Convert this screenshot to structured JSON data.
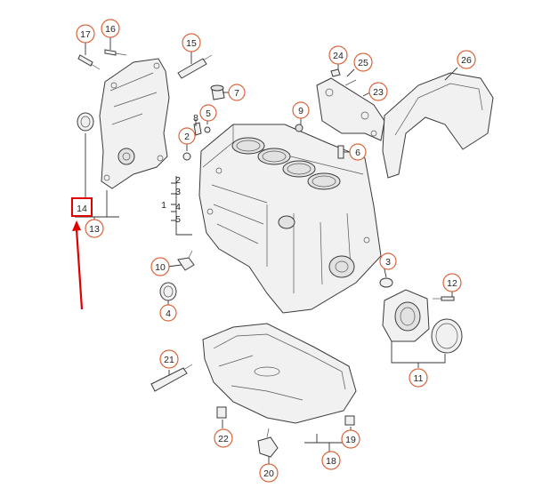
{
  "diagram": {
    "callouts": [
      {
        "id": "c17",
        "label": "17"
      },
      {
        "id": "c16",
        "label": "16"
      },
      {
        "id": "c15",
        "label": "15"
      },
      {
        "id": "c7",
        "label": "7"
      },
      {
        "id": "c8",
        "label": "8"
      },
      {
        "id": "c5a",
        "label": "5"
      },
      {
        "id": "c2a",
        "label": "2"
      },
      {
        "id": "c24",
        "label": "24"
      },
      {
        "id": "c25",
        "label": "25"
      },
      {
        "id": "c26",
        "label": "26"
      },
      {
        "id": "c23",
        "label": "23"
      },
      {
        "id": "c9",
        "label": "9"
      },
      {
        "id": "c6",
        "label": "6"
      },
      {
        "id": "c14",
        "label": "14"
      },
      {
        "id": "c13",
        "label": "13"
      },
      {
        "id": "c1",
        "label": "1"
      },
      {
        "id": "c2b",
        "label": "2"
      },
      {
        "id": "c3a",
        "label": "3"
      },
      {
        "id": "c4a",
        "label": "4"
      },
      {
        "id": "c5b",
        "label": "5"
      },
      {
        "id": "c10",
        "label": "10"
      },
      {
        "id": "c4b",
        "label": "4"
      },
      {
        "id": "c3b",
        "label": "3"
      },
      {
        "id": "c12",
        "label": "12"
      },
      {
        "id": "c11",
        "label": "11"
      },
      {
        "id": "c21",
        "label": "21"
      },
      {
        "id": "c22",
        "label": "22"
      },
      {
        "id": "c20",
        "label": "20"
      },
      {
        "id": "c19",
        "label": "19"
      },
      {
        "id": "c18",
        "label": "18"
      }
    ],
    "highlight": {
      "label_ref": "c14",
      "color": "#e00000"
    },
    "colors": {
      "callout_ring": "#d9653b",
      "highlight": "#e00000",
      "line": "#333333"
    }
  }
}
